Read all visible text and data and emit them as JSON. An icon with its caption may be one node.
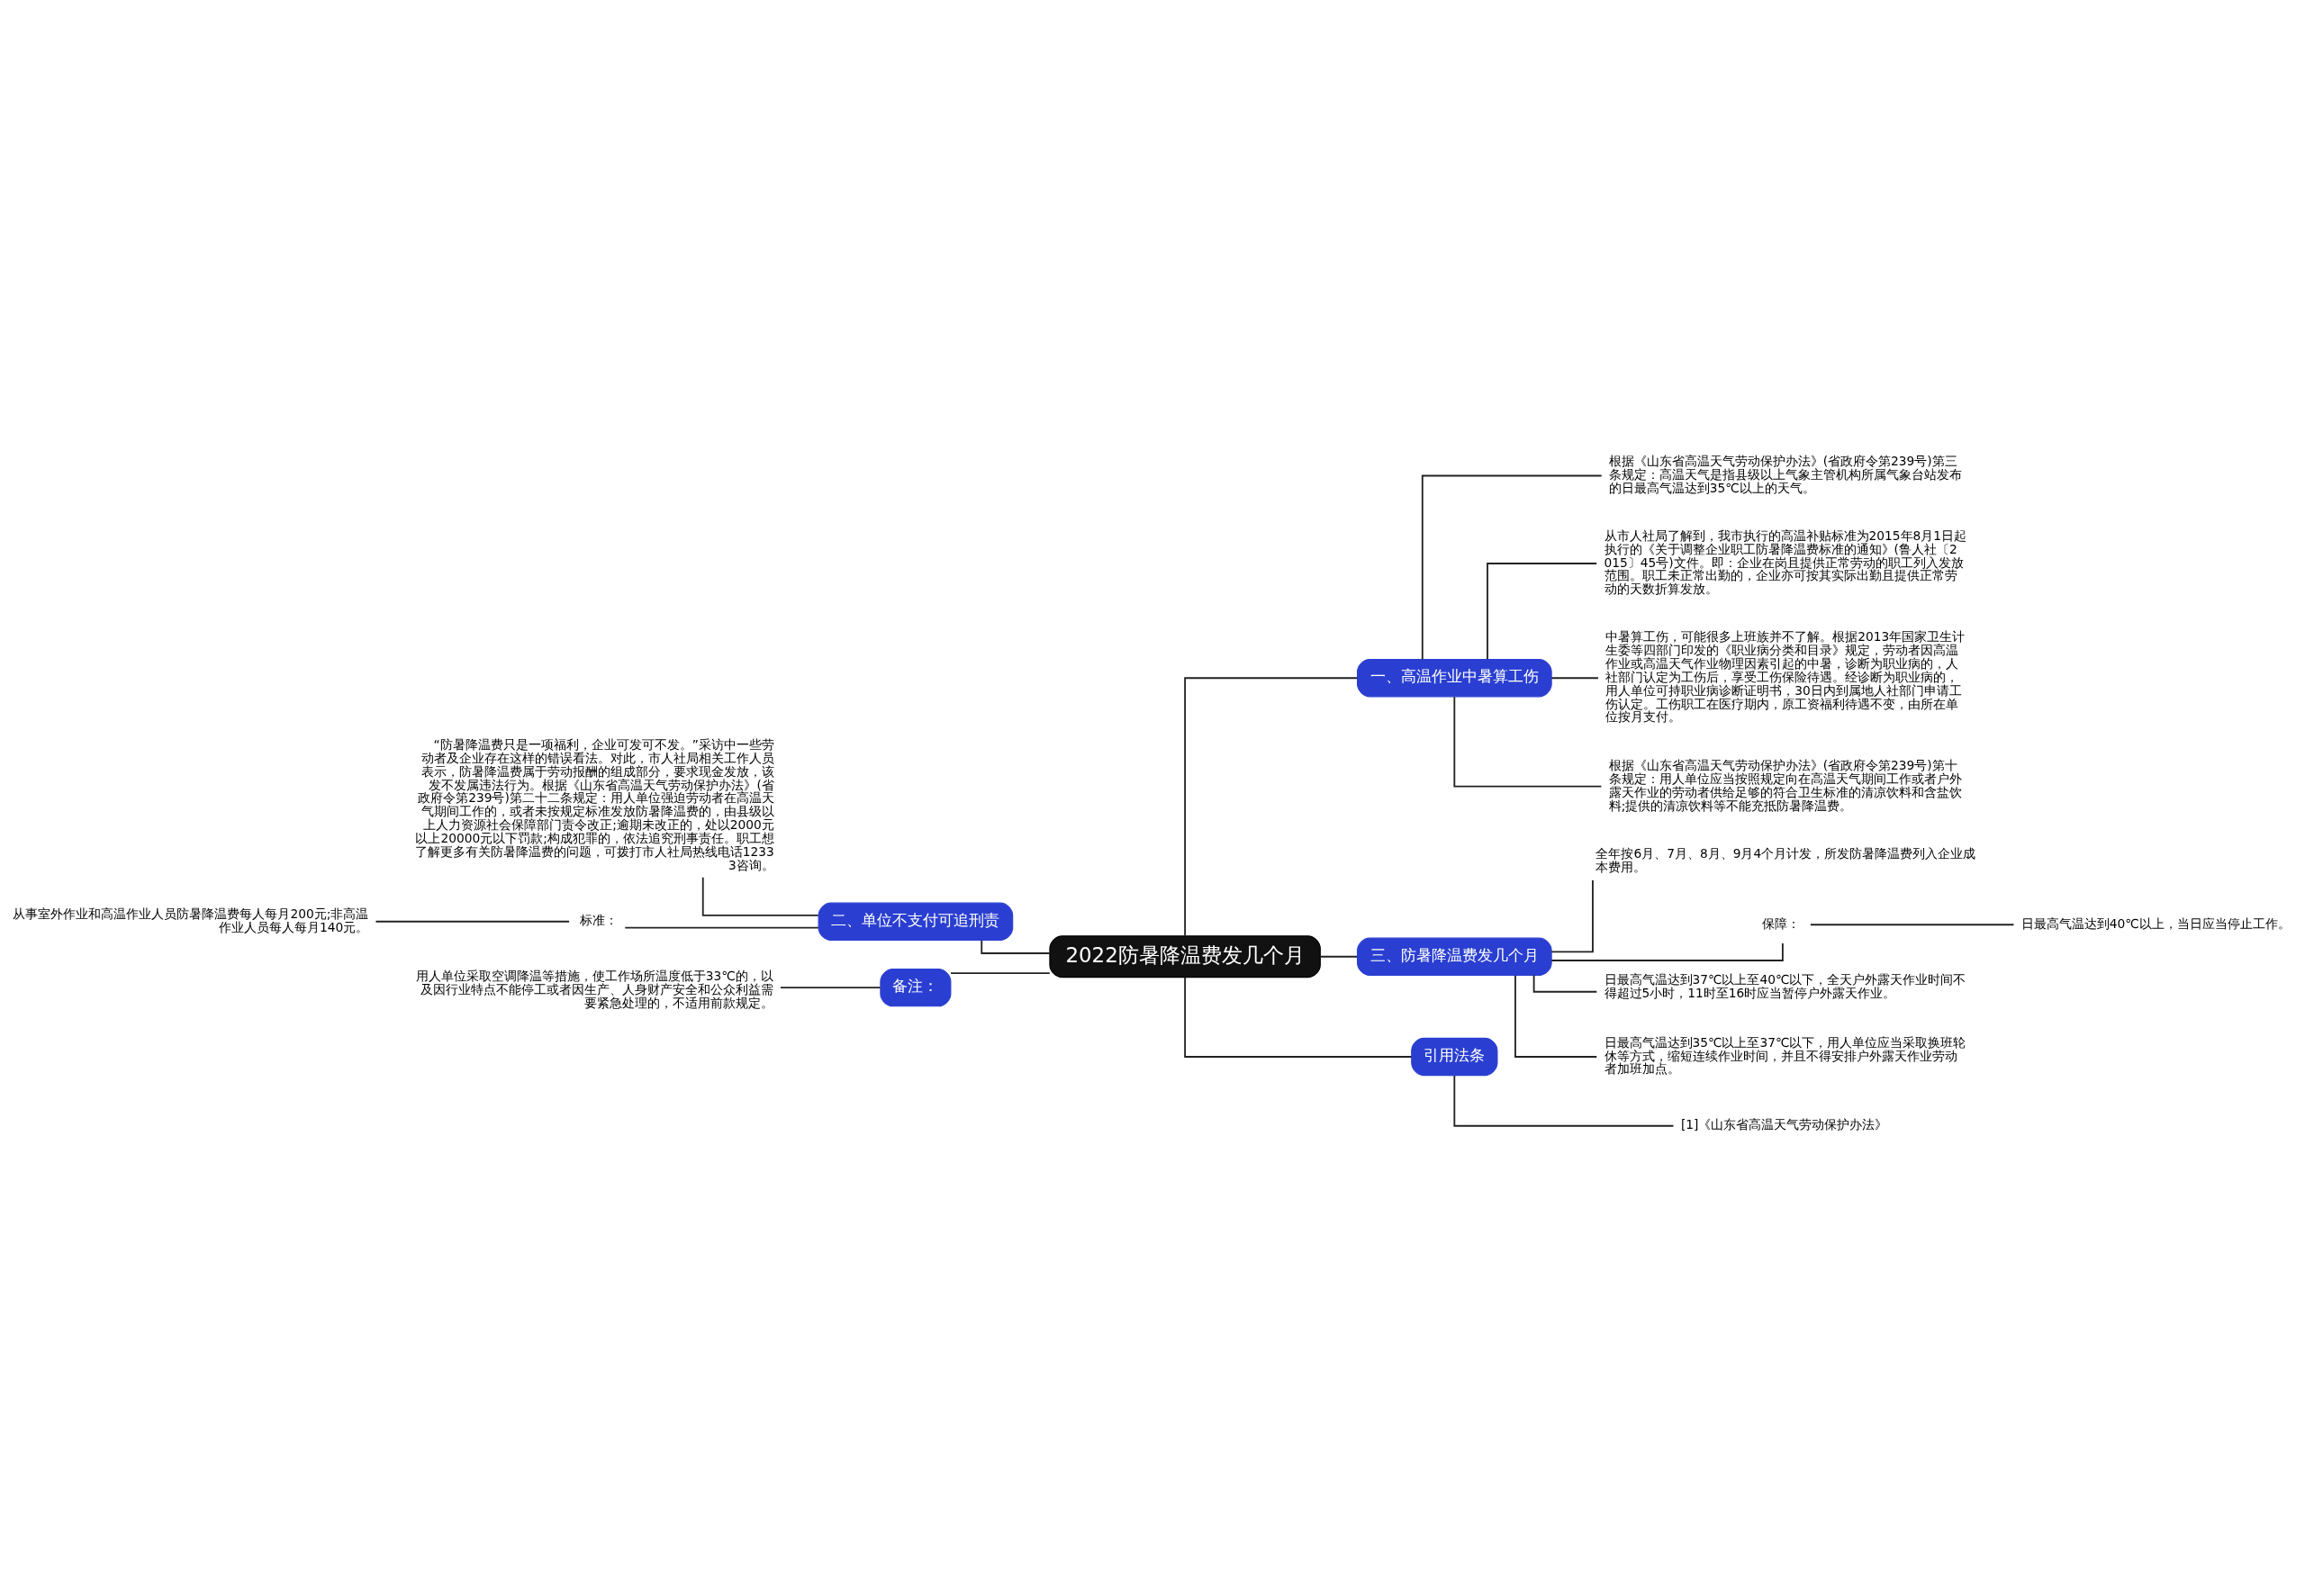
{
  "diagram": {
    "nodes": [
      {
        "text": [
          "2022防暑降温费发几个月"
        ]
      },
      {
        "text": [
          "一、高温作业中暑算工伤"
        ]
      },
      {
        "text": [
          "根据《山东省高温天气劳动保护办法》(省政府令第239号)第三条规定：高温天气是指县级以上气象主管机构所属气象台站发布的日最高气温达到35℃以上的天气。"
        ]
      },
      {
        "text": [
          "从市人社局了解到，我市执行的高温补贴标准为2015年8月1日起执行的《关于调整企业职工防暑降温费标准的通知》(鲁人社〔2015〕45号)文件。即：企业在岗且提供正常劳动的职工列入发放范围。职工未正常出勤的，企业亦可按其实际出勤且提供正常劳动的天数折算发放。"
        ]
      },
      {
        "text": [
          "中暑算工伤，可能很多上班族并不了解。根据2013年国家卫生计生委等四部门印发的《职业病分类和目录》规定，劳动者因高温作业或高温天气作业物理因素引起的中暑，诊断为职业病的，人社部门认定为工伤后，享受工伤保险待遇。经诊断为职业病的，用人单位可持职业病诊断证明书，30日内到属地人社部门申请工伤认定。工伤职工在医疗期内，原工资福利待遇不变，由所在单位按月支付。"
        ]
      },
      {
        "text": [
          "根据《山东省高温天气劳动保护办法》(省政府令第239号)第十条规定：用人单位应当按照规定向在高温天气期间工作或者户外露天作业的劳动者供给足够的符合卫生标准的清凉饮料和含盐饮料;提供的清凉饮料等不能充抵防暑降温费。"
        ]
      },
      {
        "text": [
          "二、单位不支付可追刑责"
        ]
      },
      {
        "text": [
          "“防暑降温费只是一项福利，企业可发可不发。”采访中一些劳动者及企业存在这样的错误看法。对此，市人社局相关工作人员表示，防暑降温费属于劳动报酬的组成部分，要求现金发放，该发不发属违法行为。根据《山东省高温天气劳动保护办法》(省政府令第239号)第二十二条规定：用人单位强迫劳动者在高温天气期间工作的，或者未按规定标准发放防暑降温费的，由县级以上人力资源社会保障部门责令改正;逾期未改正的，处以2000元以上20000元以下罚款;构成犯罪的，依法追究刑事责任。职工想了解更多有关防暑降温费的问题，可拨打市人社局热线电话12333咨询。"
        ]
      },
      {
        "text": [
          "标准："
        ]
      },
      {
        "text": [
          "从事室外作业和高温作业人员防暑降温费每人每月200元;非高温作业人员每人每月140元。"
        ]
      },
      {
        "text": [
          "备注："
        ]
      },
      {
        "text": [
          "用人单位采取空调降温等措施，使工作场所温度低于33℃的，以及因行业特点不能停工或者因生产、人身财产安全和公众利益需要紧急处理的，不适用前款规定。"
        ]
      },
      {
        "text": [
          "三、防暑降温费发几个月"
        ]
      },
      {
        "text": [
          "全年按6月、7月、8月、9月4个月计发，所发防暑降温费列入企业成本费用。"
        ]
      },
      {
        "text": [
          "保障："
        ]
      },
      {
        "text": [
          "日最高气温达到40℃以上，当日应当停止工作。"
        ]
      },
      {
        "text": [
          "日最高气温达到37℃以上至40℃以下，全天户外露天作业时间不得超过5小时，11时至16时应当暂停户外露天作业。"
        ]
      },
      {
        "text": [
          "日最高气温达到35℃以上至37℃以下，用人单位应当采取换班轮休等方式，缩短连续作业时间，并且不得安排户外露天作业劳动者加班加点。"
        ]
      },
      {
        "text": [
          "引用法条"
        ]
      },
      {
        "text": [
          "[1]《山东省高温天气劳动保护办法》"
        ]
      }
    ],
    "edges": [
      {
        "from": 0,
        "to": 1,
        "arrow": "none"
      },
      {
        "from": 1,
        "to": 2,
        "arrow": "none"
      },
      {
        "from": 1,
        "to": 3,
        "arrow": "none"
      },
      {
        "from": 1,
        "to": 4,
        "arrow": "none"
      },
      {
        "from": 1,
        "to": 5,
        "arrow": "none"
      },
      {
        "from": 0,
        "to": 6,
        "arrow": "none"
      },
      {
        "from": 6,
        "to": 7,
        "arrow": "none"
      },
      {
        "from": 6,
        "to": 8,
        "arrow": "none"
      },
      {
        "from": 8,
        "to": 9,
        "arrow": "none"
      },
      {
        "from": 0,
        "to": 10,
        "arrow": "none"
      },
      {
        "from": 10,
        "to": 11,
        "arrow": "none"
      },
      {
        "from": 0,
        "to": 12,
        "arrow": "none"
      },
      {
        "from": 12,
        "to": 13,
        "arrow": "none"
      },
      {
        "from": 12,
        "to": 14,
        "arrow": "none"
      },
      {
        "from": 14,
        "to": 15,
        "arrow": "none"
      },
      {
        "from": 12,
        "to": 16,
        "arrow": "none"
      },
      {
        "from": 12,
        "to": 17,
        "arrow": "none"
      },
      {
        "from": 0,
        "to": 18,
        "arrow": "none"
      },
      {
        "from": 18,
        "to": 19,
        "arrow": "none"
      }
    ]
  }
}
